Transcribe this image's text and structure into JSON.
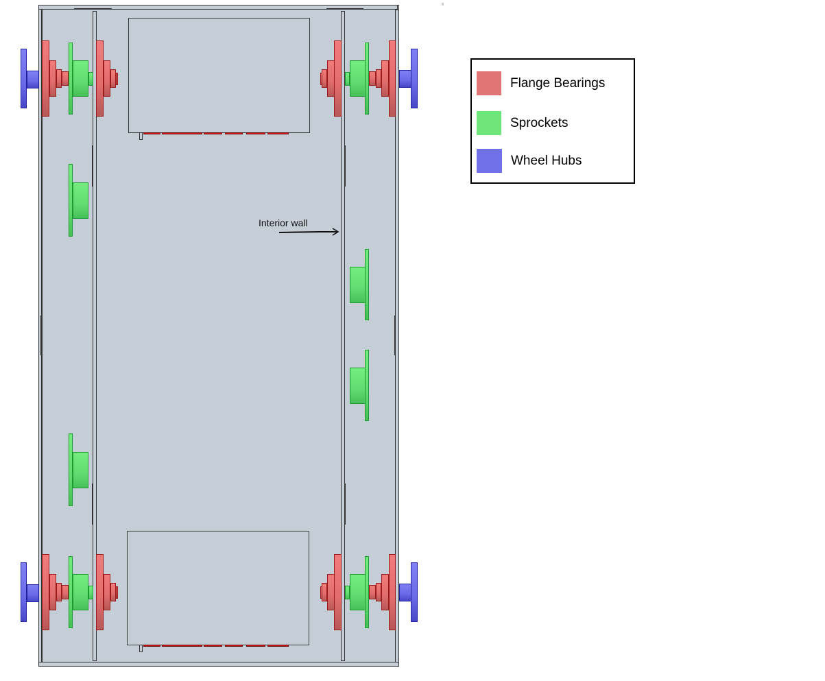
{
  "annotation": {
    "text": "Interior wall"
  },
  "legend": {
    "items": [
      {
        "label": "Flange Bearings",
        "color": "#e07575"
      },
      {
        "label": "Sprockets",
        "color": "#6ee67a"
      },
      {
        "label": "Wheel Hubs",
        "color": "#7070e8"
      }
    ]
  },
  "part_colors": {
    "frame": "#c5cdd7",
    "flange_bearing": "#e87070",
    "sprocket": "#6ee67a",
    "wheel_hub": "#7070e8",
    "outline": "#333333"
  }
}
